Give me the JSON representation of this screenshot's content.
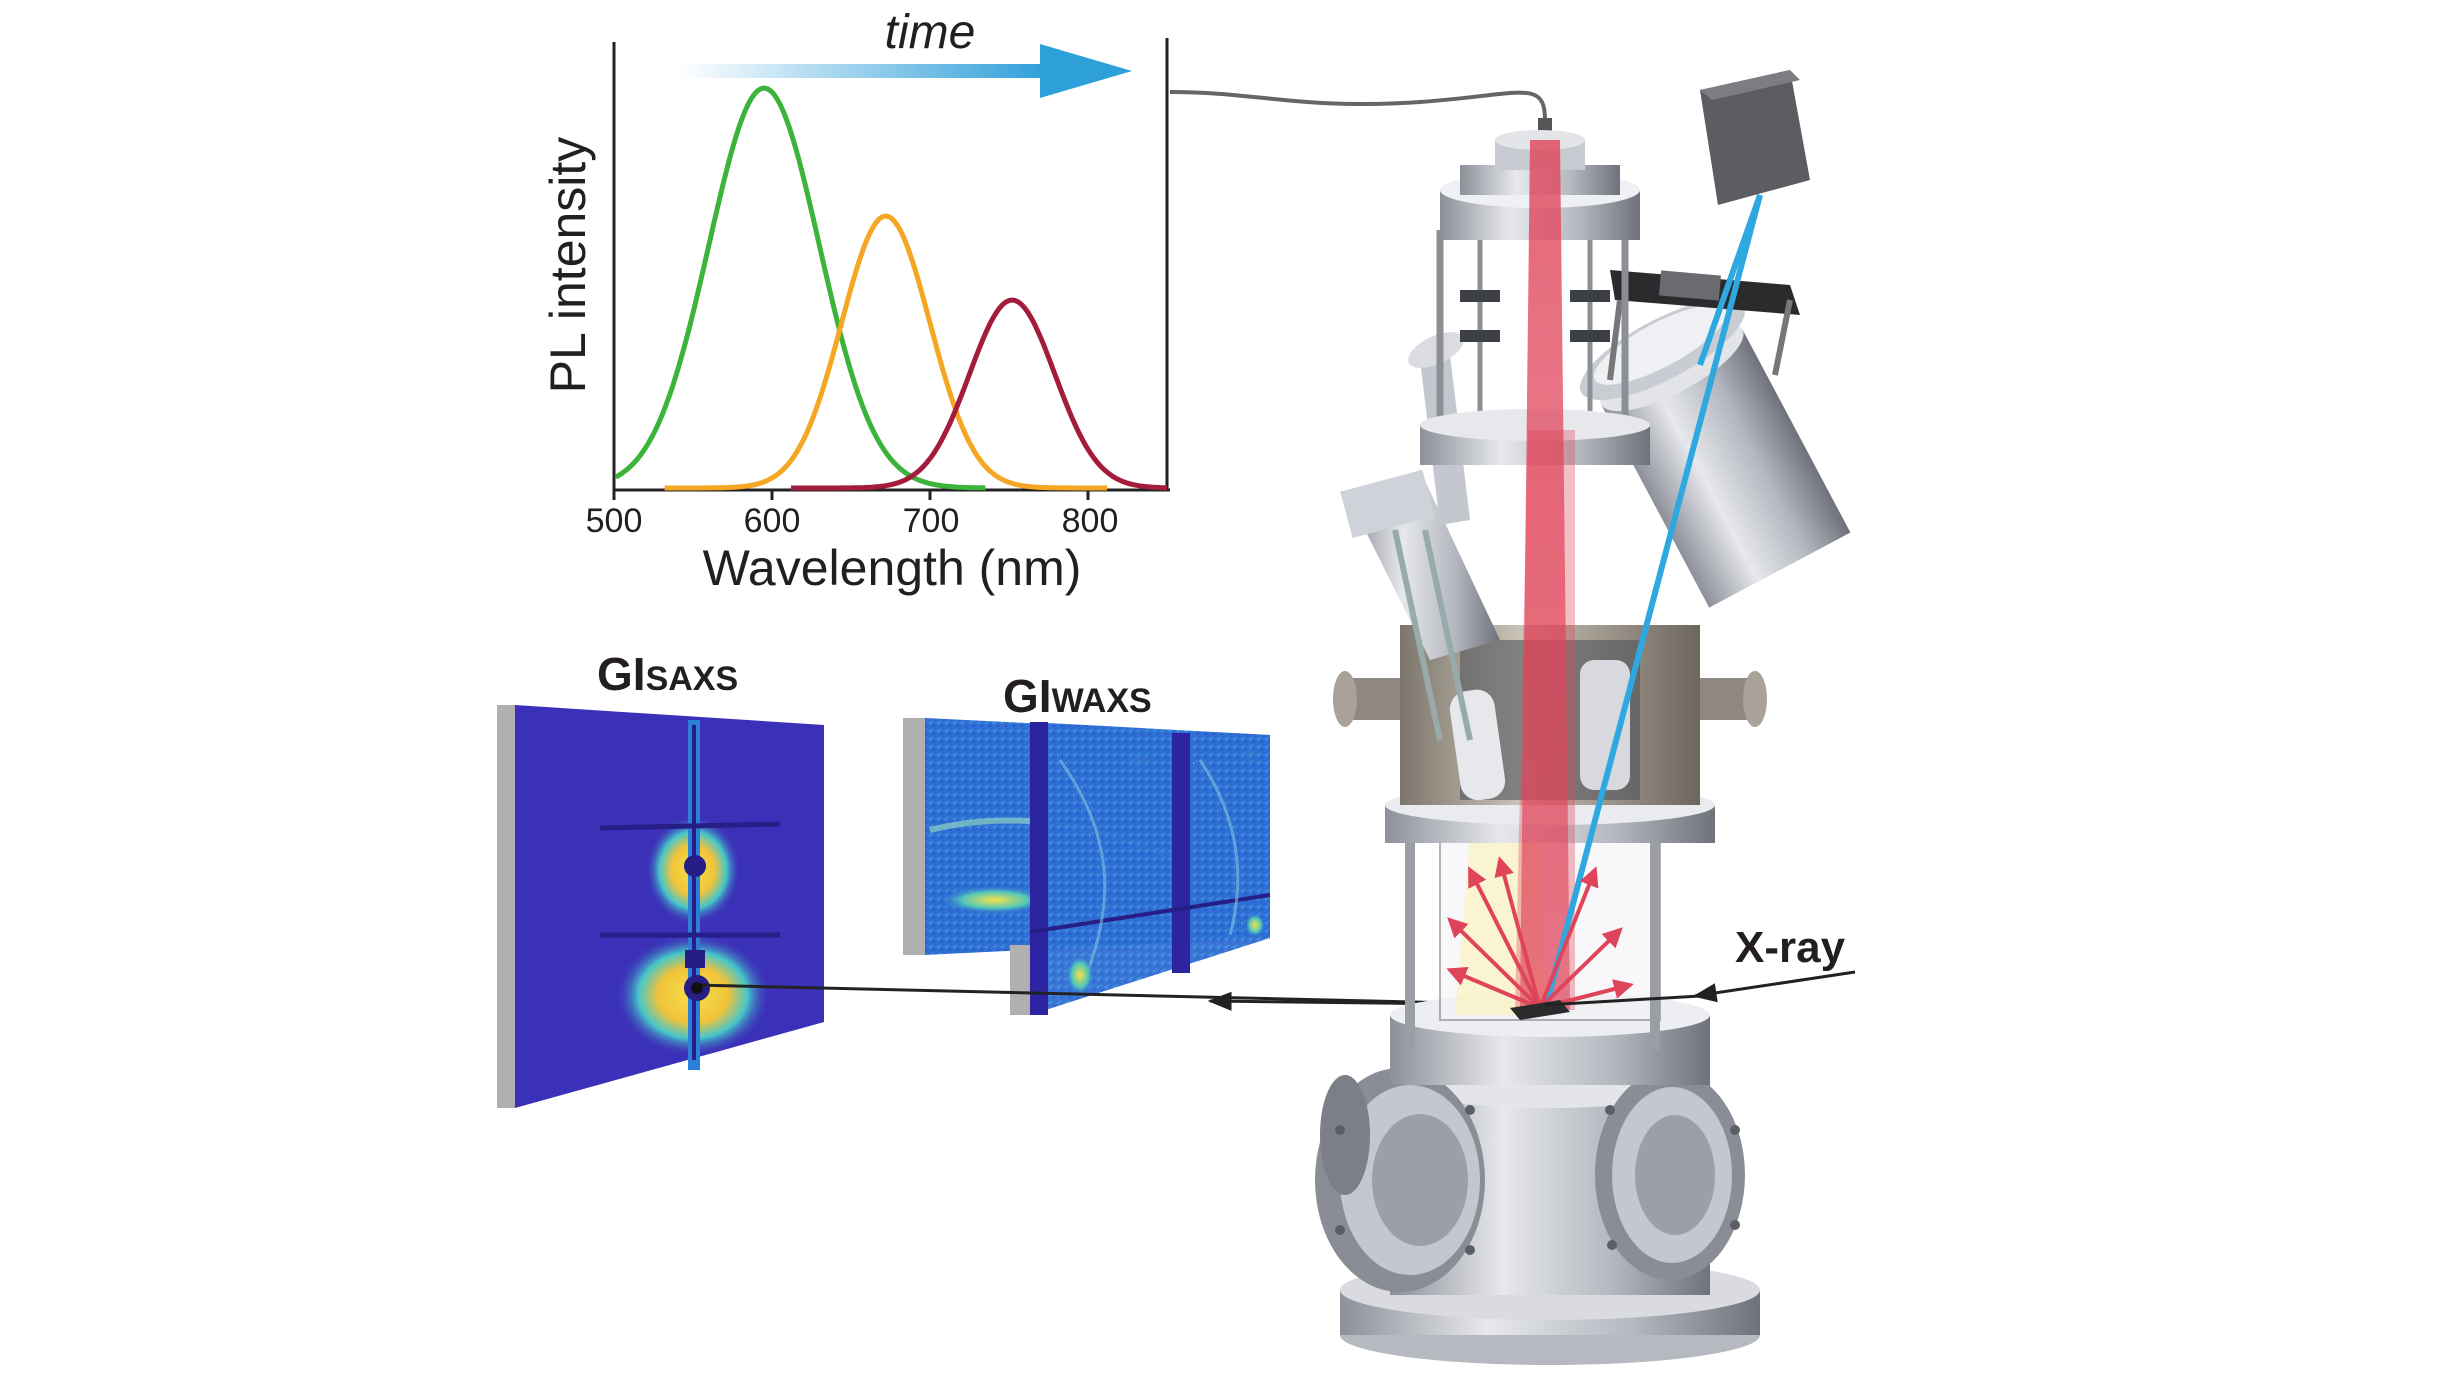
{
  "time_label": "time",
  "pl_chart": {
    "ylabel": "PL intensity",
    "xlabel": "Wavelength (nm)",
    "xticks": [
      "500",
      "600",
      "700",
      "800"
    ]
  },
  "chart_data": {
    "type": "line",
    "xlabel": "Wavelength (nm)",
    "ylabel": "PL intensity",
    "xlim": [
      500,
      850
    ],
    "ylim": [
      0,
      1.05
    ],
    "series": [
      {
        "center": 595,
        "width": 35,
        "peak": 1.0,
        "color": "#3cb43c"
      },
      {
        "center": 672,
        "width": 28,
        "peak": 0.68,
        "color": "#f5a623"
      },
      {
        "center": 752,
        "width": 27,
        "peak": 0.47,
        "color": "#a31c3c"
      }
    ]
  },
  "detectors": {
    "gisaxs_label": {
      "main": "GI",
      "sub": "SAXS"
    },
    "giwaxs_label": {
      "main": "GI",
      "sub": "WAXS"
    }
  },
  "beam_label": "X-ray",
  "colors": {
    "beam_red": "#e0445a",
    "beam_blue": "#2fa8e0",
    "detector_bg": "#3b30b8",
    "time_arrow": "#2d9fd9",
    "chamber": "#b9bcc4"
  }
}
